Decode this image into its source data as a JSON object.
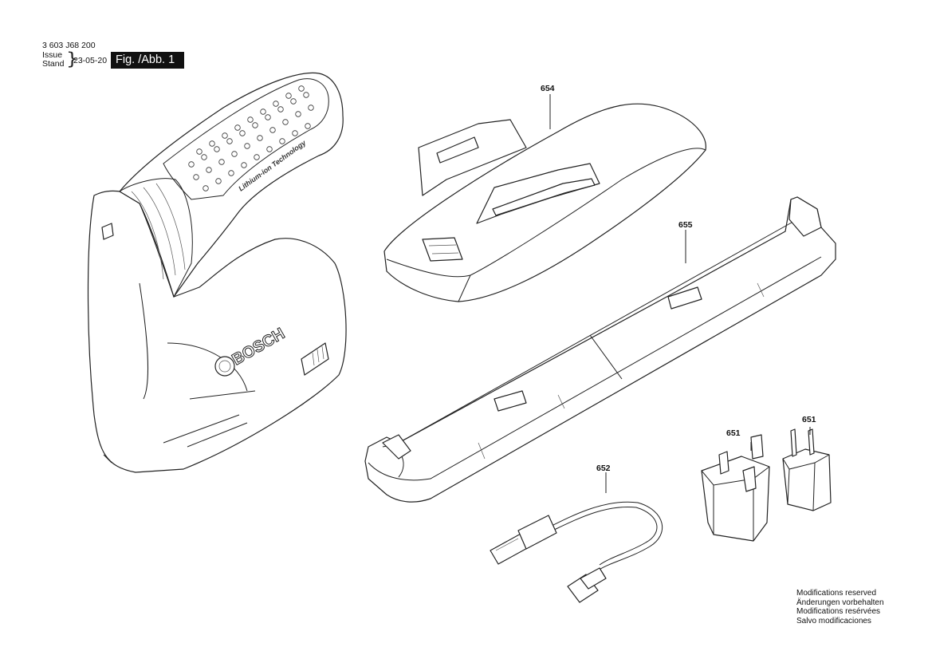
{
  "header": {
    "doc_number": "3 603 J68 200",
    "issue_label": "Issue",
    "stand_label": "Stand",
    "date": "23-05-20",
    "figure_label": "Fig. /Abb. 1"
  },
  "tool": {
    "brand_text": "BOSCH",
    "handle_text": "Lithium-ion Technology"
  },
  "parts": {
    "p654": "654",
    "p655": "655",
    "p652": "652",
    "p651_uk": "651",
    "p651_eu": "651"
  },
  "notes": [
    "Modifications reserved",
    "Änderungen vorbehalten",
    "Modifications resérvées",
    "Salvo modificaciones"
  ]
}
